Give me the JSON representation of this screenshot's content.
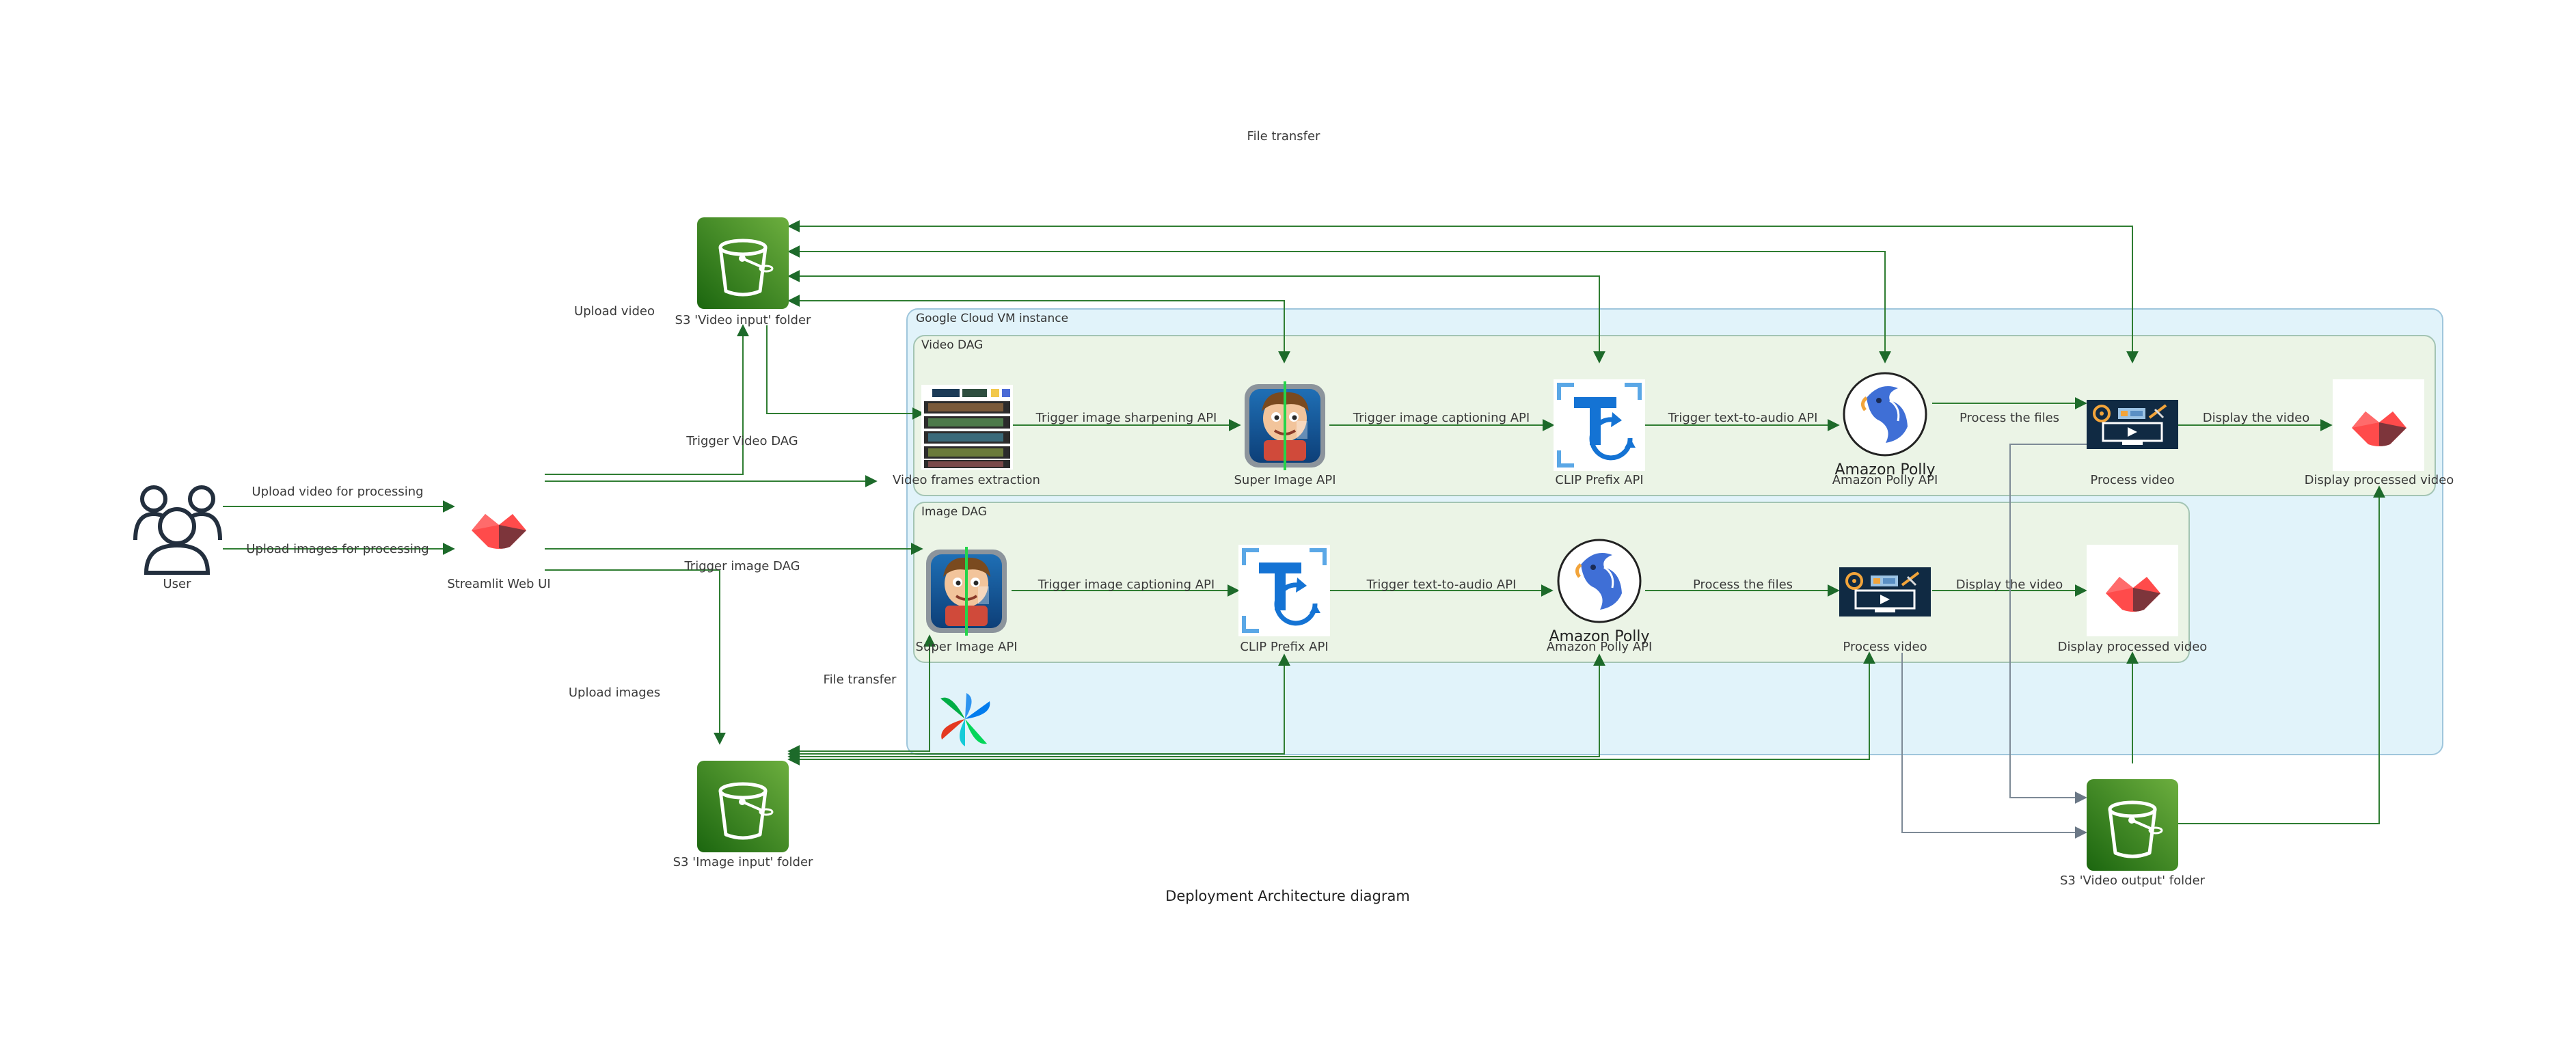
{
  "diagram": {
    "title": "Deployment Architecture diagram",
    "groups": {
      "vm": "Google Cloud VM instance",
      "video_dag": "Video DAG",
      "image_dag": "Image DAG"
    },
    "nodes": {
      "user": "User",
      "streamlit": "Streamlit Web UI",
      "s3_video_input": "S3 'Video input' folder",
      "s3_image_input": "S3 'Image input' folder",
      "s3_video_output": "S3 'Video output' folder",
      "v_frames": "Video frames extraction",
      "v_super": "Super Image API",
      "v_clip": "CLIP Prefix API",
      "v_polly": "Amazon Polly API",
      "v_process": "Process video",
      "v_display": "Display processed video",
      "i_super": "Super Image API",
      "i_clip": "CLIP Prefix API",
      "i_polly": "Amazon Polly API",
      "i_process": "Process video",
      "i_display": "Display processed video"
    },
    "edge_labels": {
      "file_transfer_top": "File transfer",
      "upload_video": "Upload video",
      "upload_video_processing": "Upload video for processing",
      "upload_images_processing": "Upload images for processing",
      "trigger_video_dag": "Trigger Video DAG",
      "trigger_image_dag": "Trigger image DAG",
      "upload_images": "Upload images",
      "file_transfer_bottom": "File transfer",
      "v_sharpen": "Trigger image sharpening API",
      "v_caption": "Trigger image captioning API",
      "v_tts": "Trigger text-to-audio API",
      "v_process_files": "Process the files",
      "v_display_video": "Display the video",
      "i_caption": "Trigger image captioning API",
      "i_tts": "Trigger text-to-audio API",
      "i_process_files": "Process the files",
      "i_display_video": "Display the video"
    },
    "logo_text": {
      "polly": "Amazon Polly"
    },
    "colors": {
      "edge": "#2f7d32",
      "edge_grey": "#7d8a96",
      "vm_fill": "#e1f3fa",
      "vm_stroke": "#9fc6dc",
      "dag_fill": "#ebf4e6",
      "dag_stroke": "#a3c4b3",
      "s3_green": "#3f8624",
      "streamlit_red": "#ff4b4b",
      "video_panel": "#102a43"
    }
  }
}
